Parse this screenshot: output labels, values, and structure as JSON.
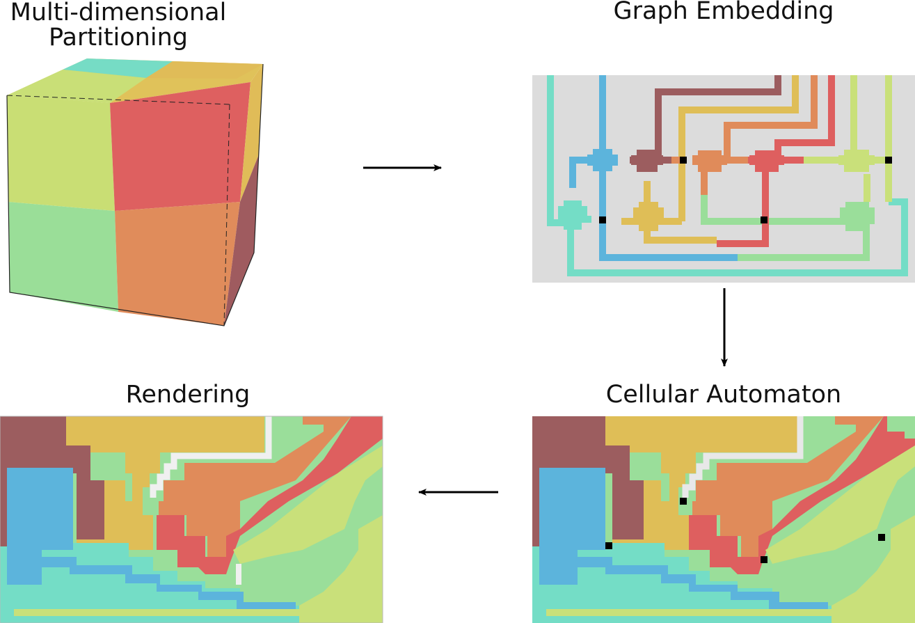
{
  "titles": {
    "partition_line1": "Multi-dimensional",
    "partition_line2": "Partitioning",
    "graph": "Graph Embedding",
    "rendering": "Rendering",
    "cellular": "Cellular Automaton"
  },
  "colors": {
    "teal": "#74ddc6",
    "blue": "#5cb4dc",
    "brown": "#9c5d5f",
    "gold": "#dfbe57",
    "orange": "#e08b5a",
    "red": "#de5f5f",
    "lime": "#c9e07a",
    "green": "#9ade9a",
    "grey": "#dcdcdc",
    "black": "#000000"
  }
}
